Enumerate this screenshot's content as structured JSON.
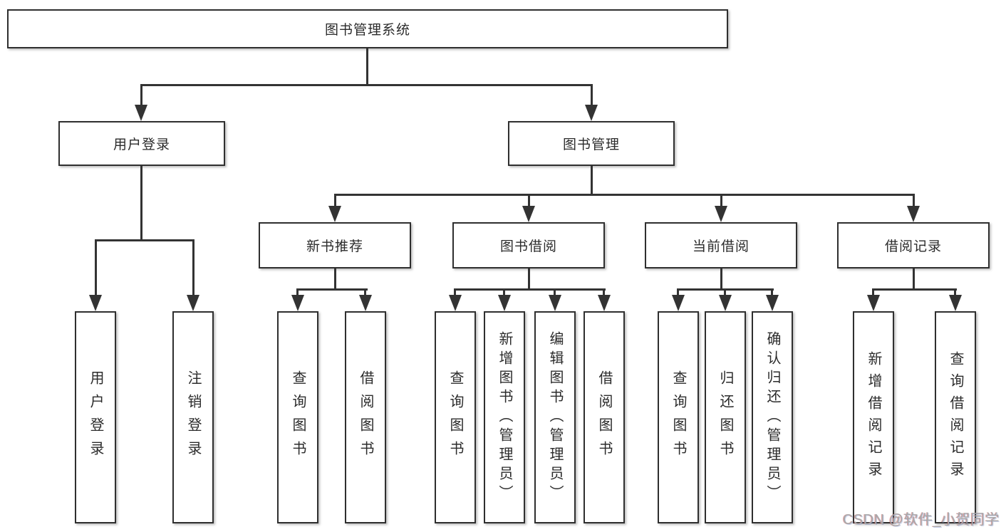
{
  "tree": {
    "root": {
      "label": "图书管理系统"
    },
    "branches": [
      {
        "label": "用户登录",
        "leaves": [
          {
            "label": "用户登录"
          },
          {
            "label": "注销登录"
          }
        ]
      },
      {
        "label": "图书管理",
        "groups": [
          {
            "label": "新书推荐",
            "leaves": [
              {
                "label": "查询图书"
              },
              {
                "label": "借阅图书"
              }
            ]
          },
          {
            "label": "图书借阅",
            "leaves": [
              {
                "label": "查询图书"
              },
              {
                "label": "新增图书（管理员）"
              },
              {
                "label": "编辑图书（管理员）"
              },
              {
                "label": "借阅图书"
              }
            ]
          },
          {
            "label": "当前借阅",
            "leaves": [
              {
                "label": "查询图书"
              },
              {
                "label": "归还图书"
              },
              {
                "label": "确认归还（管理员）"
              }
            ]
          },
          {
            "label": "借阅记录",
            "leaves": [
              {
                "label": "新增借阅记录"
              },
              {
                "label": "查询借阅记录"
              }
            ]
          }
        ]
      }
    ]
  },
  "watermark": {
    "text": "CSDN @软件_小贺同学"
  },
  "colors": {
    "line": "#333333",
    "box_border": "#2f2f2f",
    "text": "#2b2b2b",
    "watermark": "#a9a9a9",
    "background": "#ffffff"
  }
}
